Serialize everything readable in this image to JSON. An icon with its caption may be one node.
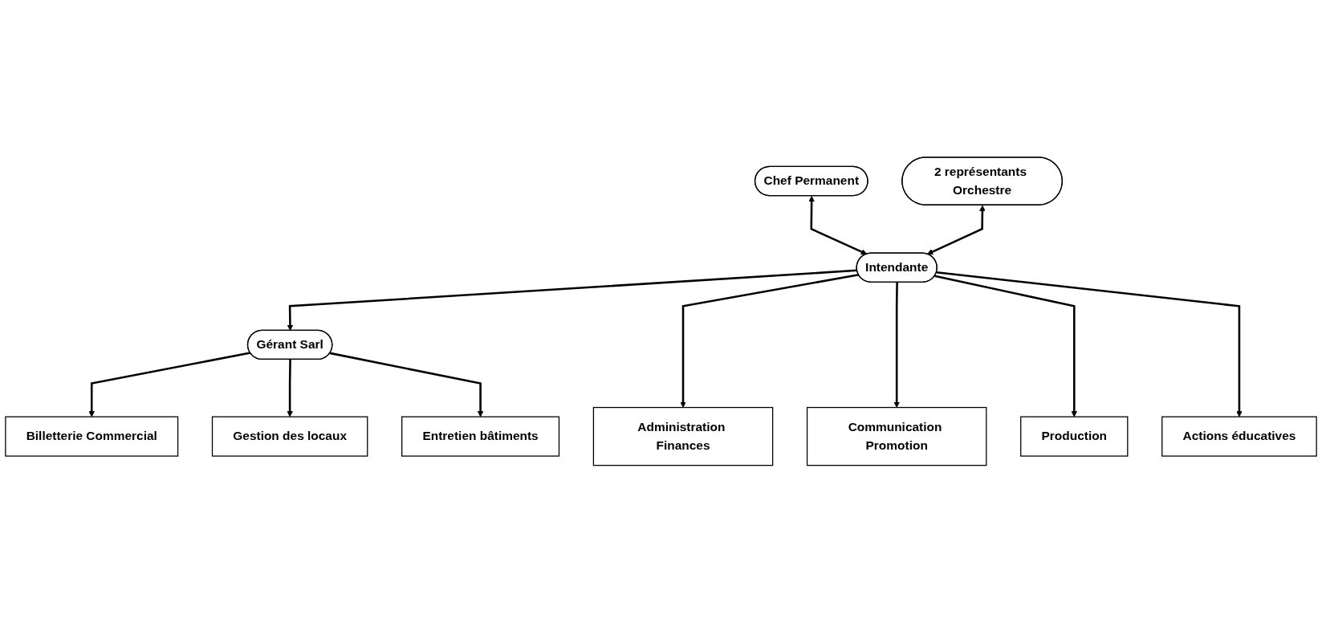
{
  "diagram": {
    "nodes": [
      {
        "text": [
          "Chef Permanent"
        ]
      },
      {
        "text": [
          "Intendante"
        ]
      },
      {
        "text": [
          "2 représentants Orchestre"
        ]
      },
      {
        "text": [
          "Gérant Sarl"
        ]
      },
      {
        "text": [
          "Administration Finances"
        ]
      },
      {
        "text": [
          "Communication Promotion"
        ]
      },
      {
        "text": [
          "Production"
        ]
      },
      {
        "text": [
          "Actions éducatives"
        ]
      },
      {
        "text": [
          "Billetterie Commercial"
        ]
      },
      {
        "text": [
          "Gestion des locaux"
        ]
      },
      {
        "text": [
          "Entretien bâtiments"
        ]
      }
    ],
    "edges": [
      {
        "from": 0,
        "to": 1,
        "arrow": "both"
      },
      {
        "from": 2,
        "to": 1,
        "arrow": "both"
      },
      {
        "from": 1,
        "to": 3,
        "arrow": "to"
      },
      {
        "from": 1,
        "to": 4,
        "arrow": "to"
      },
      {
        "from": 1,
        "to": 5,
        "arrow": "to"
      },
      {
        "from": 1,
        "to": 6,
        "arrow": "to"
      },
      {
        "from": 1,
        "to": 7,
        "arrow": "to"
      },
      {
        "from": 3,
        "to": 8,
        "arrow": "to"
      },
      {
        "from": 3,
        "to": 9,
        "arrow": "to"
      },
      {
        "from": 3,
        "to": 10,
        "arrow": "to"
      }
    ]
  }
}
